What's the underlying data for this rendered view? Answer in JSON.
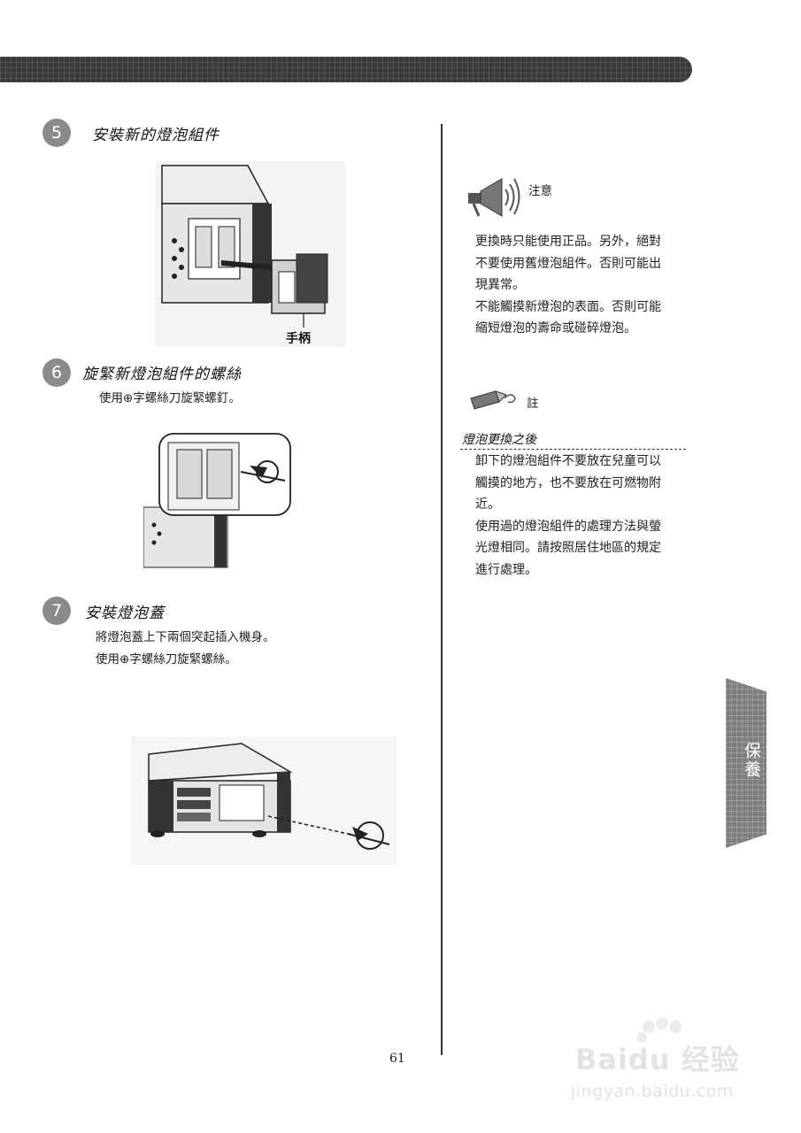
{
  "steps": [
    {
      "number": "5",
      "title": "安裝新的燈泡組件",
      "figure_callout": "手柄",
      "lines": []
    },
    {
      "number": "6",
      "title": "旋緊新燈泡組件的螺絲",
      "lines": [
        "使用⊕字螺絲刀旋緊螺釘。"
      ]
    },
    {
      "number": "7",
      "title": "安裝燈泡蓋",
      "lines": [
        "將燈泡蓋上下兩個突起插入機身。",
        "使用⊕字螺絲刀旋緊螺絲。"
      ]
    }
  ],
  "caution": {
    "icon": "megaphone-icon",
    "label": "注意",
    "lines": [
      "更換時只能使用正品。另外，絕對",
      "不要使用舊燈泡組件。否則可能出",
      "現異常。",
      "不能觸摸新燈泡的表面。否則可能",
      "縮短燈泡的壽命或碰碎燈泡。"
    ]
  },
  "note": {
    "icon": "pencil-icon",
    "label": "註",
    "subheading": "燈泡更換之後",
    "lines": [
      "卸下的燈泡組件不要放在兒童可以",
      "觸摸的地方，也不要放在可燃物附",
      "近。",
      "使用過的燈泡組件的處理方法與螢",
      "光燈相同。請按照居住地區的規定",
      "進行處理。"
    ]
  },
  "side_tab": {
    "label": "保養"
  },
  "page_number": "61",
  "watermark": {
    "brand": "Baidu 经验",
    "url": "jingyan.baidu.com"
  }
}
